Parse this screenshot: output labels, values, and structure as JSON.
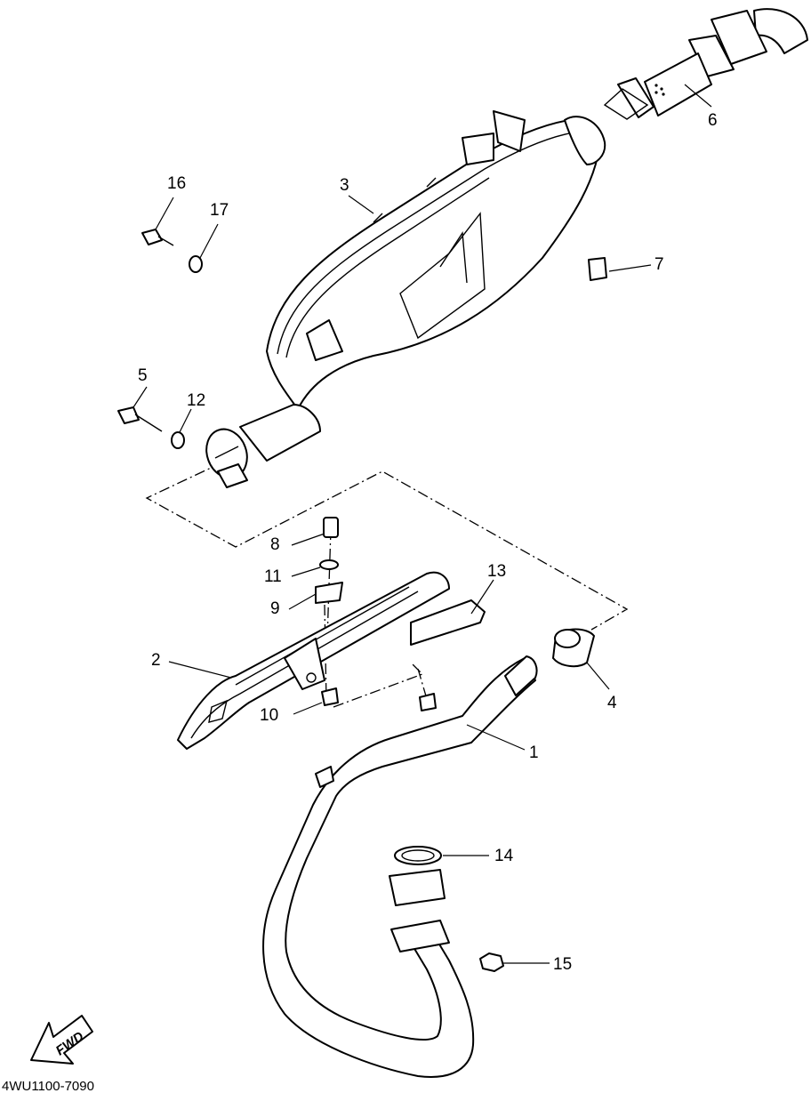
{
  "diagram": {
    "reference_code": "4WU1100-7090",
    "fwd_label": "FWD",
    "callouts": {
      "c1": "1",
      "c2": "2",
      "c3": "3",
      "c4": "4",
      "c5": "5",
      "c6": "6",
      "c7": "7",
      "c8": "8",
      "c9": "9",
      "c10": "10",
      "c11": "11",
      "c12": "12",
      "c13": "13",
      "c14": "14",
      "c15": "15",
      "c16": "16",
      "c17": "17"
    }
  }
}
